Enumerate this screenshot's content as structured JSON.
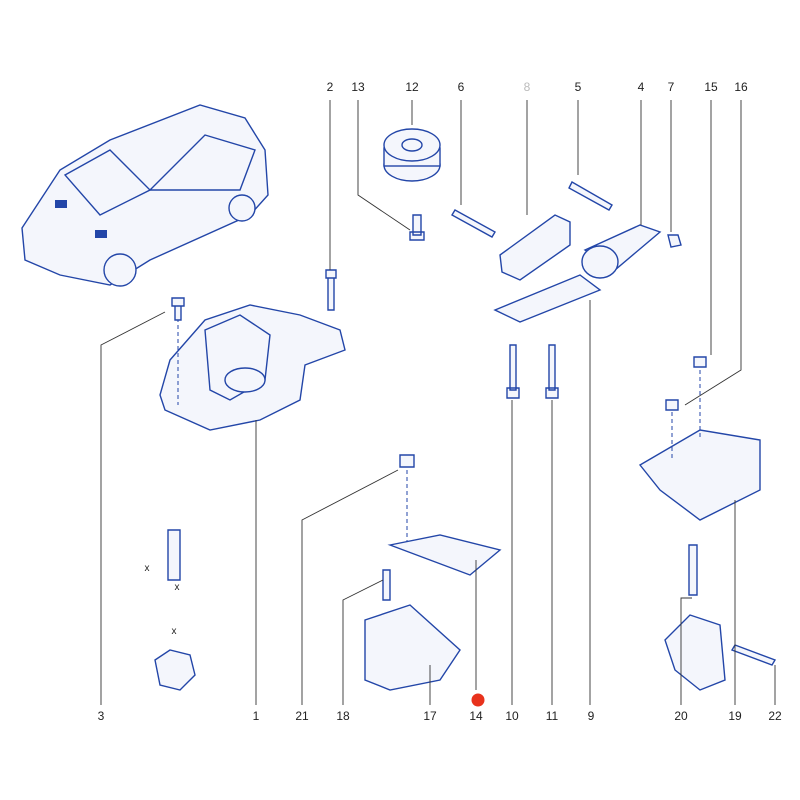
{
  "diagram": {
    "labels": {
      "l2": "2",
      "l13": "13",
      "l12": "12",
      "l6": "6",
      "l8": "8",
      "l5": "5",
      "l4": "4",
      "l7": "7",
      "l15": "15",
      "l16": "16",
      "l3": "3",
      "l1": "1",
      "l21": "21",
      "l18": "18",
      "l17": "17",
      "l14": "14",
      "l10": "10",
      "l11": "11",
      "l9": "9",
      "l20": "20",
      "l19": "19",
      "l22": "22"
    },
    "dimension_marks": {
      "x1": "x",
      "x2": "x",
      "x3": "x"
    },
    "colors": {
      "line": "#2346a8",
      "marker": "#e8321c",
      "dim_label": "#bbbbbb"
    }
  }
}
